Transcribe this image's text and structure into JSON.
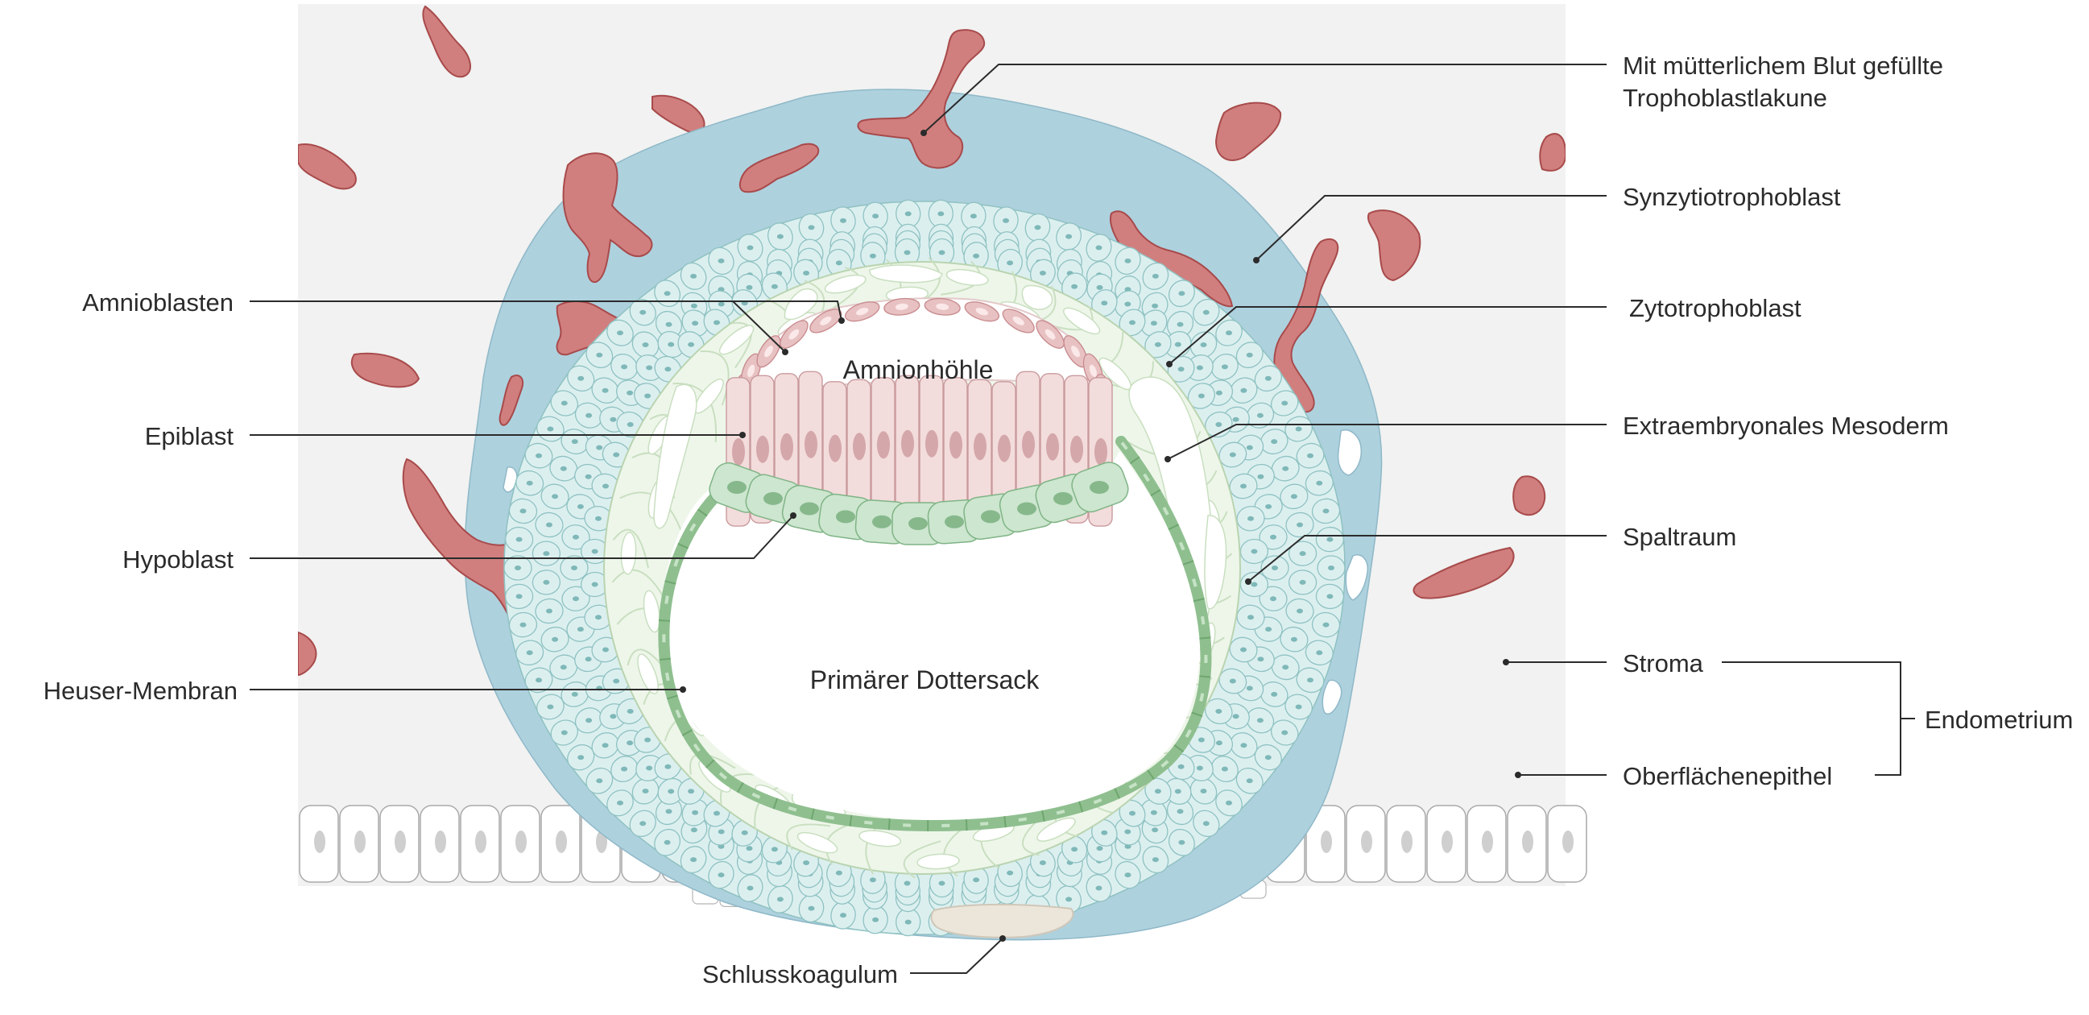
{
  "labels": {
    "lakune_line1": "Mit mütterlichem Blut gefüllte",
    "lakune_line2": "Trophoblastlakune",
    "synzytio": "Synzytiotrophoblast",
    "zytotropho": "Zytotrophoblast",
    "extraembryonal": "Extraembryonales Mesoderm",
    "spaltraum": "Spaltraum",
    "stroma": "Stroma",
    "oberflaechen": "Oberflächenepithel",
    "endometrium": "Endometrium",
    "amnioblasten": "Amnioblasten",
    "epiblast": "Epiblast",
    "hypoblast": "Hypoblast",
    "heuser": "Heuser-Membran",
    "schlusskoagulum": "Schlusskoagulum",
    "amnionhoehle": "Amnionhöhle",
    "dottersack": "Primärer Dottersack"
  },
  "colors": {
    "stroma": "#f1f2f1",
    "syncytio": "#aed1de",
    "cyto": "#dcefef",
    "cyto_nucleus": "#7fb8b8",
    "mesoderm": "#eef6ea",
    "mesoderm_line": "#c9dfc0",
    "epiblast": "#f3dcdc",
    "epiblast_nucleus": "#d4a7aa",
    "hypoblast": "#cde6cf",
    "hypoblast_nucleus": "#86b88c",
    "heuser": "#8fbf8f",
    "blood": "#d07f7e",
    "blood_edge": "#a84a4b",
    "epithelium": "#ffffff",
    "coagulum": "#ece6da"
  }
}
